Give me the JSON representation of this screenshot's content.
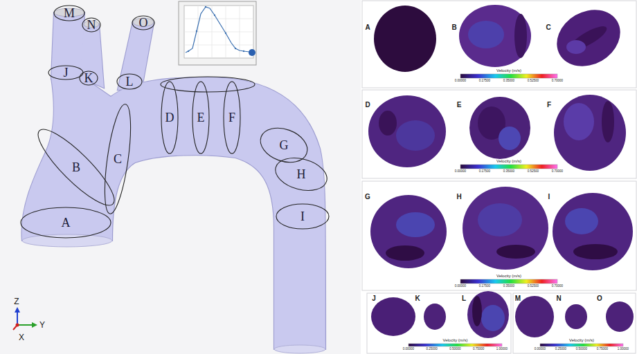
{
  "diagram": {
    "nodes": [
      {
        "text": [
          "M"
        ]
      },
      {
        "text": [
          "N"
        ]
      },
      {
        "text": [
          "O"
        ]
      },
      {
        "text": [
          "J"
        ]
      },
      {
        "text": [
          "K"
        ]
      },
      {
        "text": [
          "L"
        ]
      },
      {
        "text": [
          "D"
        ]
      },
      {
        "text": [
          "E"
        ]
      },
      {
        "text": [
          "F"
        ]
      },
      {
        "text": [
          "B"
        ]
      },
      {
        "text": [
          "C"
        ]
      },
      {
        "text": [
          "G"
        ]
      },
      {
        "text": [
          "H"
        ]
      },
      {
        "text": [
          "A"
        ]
      },
      {
        "text": [
          "I"
        ]
      }
    ],
    "labels": [
      "Z",
      "X",
      "Y",
      "A",
      "B",
      "C",
      "D",
      "E",
      "F",
      "G",
      "H",
      "I",
      "J",
      "K",
      "L",
      "M",
      "N",
      "O",
      "Velocity (m/s)",
      "Velocity (m/s)",
      "Velocity (m/s)",
      "Velocity (m/s)",
      "Velocity (m/s)",
      "0.00000",
      "0.17500",
      "0.35000",
      "0.52500",
      "0.70000",
      "0.00000",
      "0.17500",
      "0.35000",
      "0.52500",
      "0.70000",
      "0.00000",
      "0.17500",
      "0.35000",
      "0.52500",
      "0.70000",
      "0.00000",
      "0.25000",
      "0.50000",
      "0.75000",
      "1.00000",
      "0.00000",
      "0.25000",
      "0.50000",
      "0.75000",
      "1.00000"
    ]
  }
}
